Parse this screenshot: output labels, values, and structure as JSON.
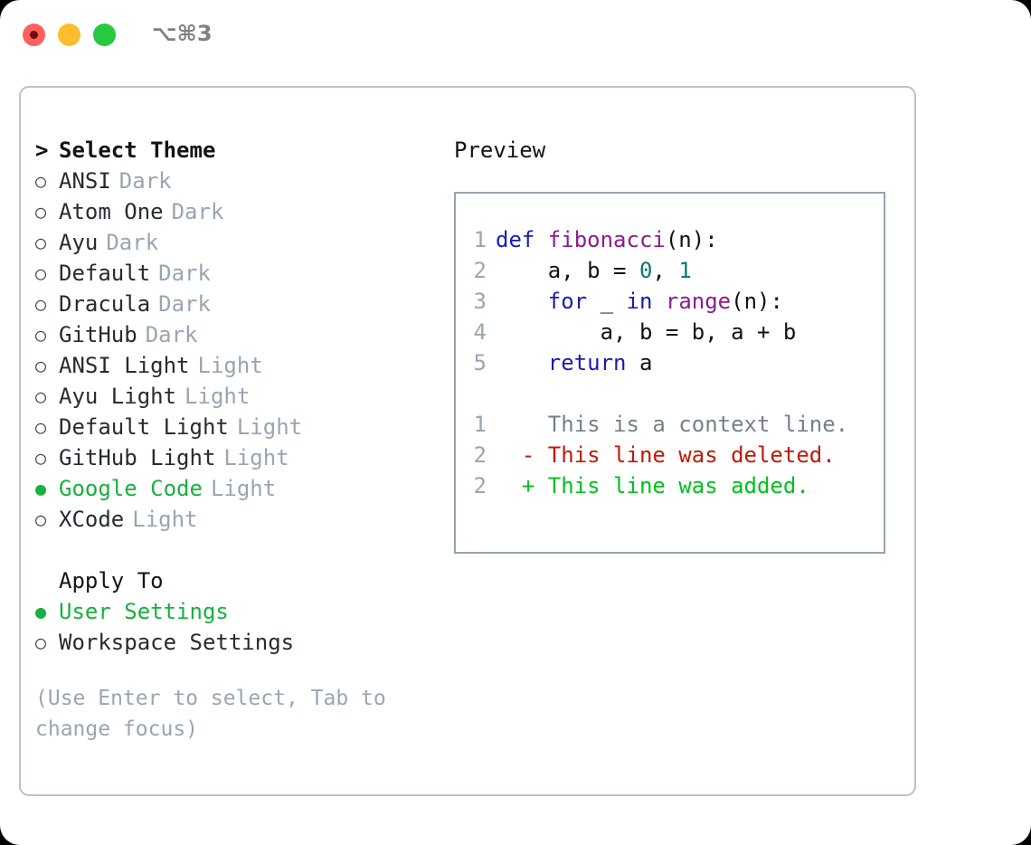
{
  "titlebar": {
    "shortcut": "⌥⌘3",
    "buttons": [
      {
        "name": "close",
        "color": "#ff605c"
      },
      {
        "name": "minimize",
        "color": "#ffbd2e"
      },
      {
        "name": "maximize",
        "color": "#28c840"
      }
    ]
  },
  "theme_picker": {
    "header": "Select Theme",
    "caret": ">",
    "marker_unselected": "○",
    "marker_selected": "●",
    "items": [
      {
        "label": "ANSI",
        "suffix": "Dark",
        "selected": false
      },
      {
        "label": "Atom One",
        "suffix": "Dark",
        "selected": false
      },
      {
        "label": "Ayu",
        "suffix": "Dark",
        "selected": false
      },
      {
        "label": "Default",
        "suffix": "Dark",
        "selected": false
      },
      {
        "label": "Dracula",
        "suffix": "Dark",
        "selected": false
      },
      {
        "label": "GitHub",
        "suffix": "Dark",
        "selected": false
      },
      {
        "label": "ANSI Light",
        "suffix": "Light",
        "selected": false
      },
      {
        "label": "Ayu Light",
        "suffix": "Light",
        "selected": false
      },
      {
        "label": "Default Light",
        "suffix": "Light",
        "selected": false
      },
      {
        "label": "GitHub Light",
        "suffix": "Light",
        "selected": false
      },
      {
        "label": "Google Code",
        "suffix": "Light",
        "selected": true
      },
      {
        "label": "XCode",
        "suffix": "Light",
        "selected": false
      }
    ]
  },
  "apply_to": {
    "header": "Apply To",
    "items": [
      {
        "label": "User Settings",
        "selected": true
      },
      {
        "label": "Workspace Settings",
        "selected": false
      }
    ]
  },
  "hint": "(Use Enter to select, Tab to change focus)",
  "preview": {
    "title": "Preview",
    "code_lines": [
      {
        "num": "1",
        "tokens": [
          {
            "t": "def ",
            "c": "kw"
          },
          {
            "t": "fibonacci",
            "c": "fn"
          },
          {
            "t": "(n):",
            "c": "pl"
          }
        ]
      },
      {
        "num": "2",
        "tokens": [
          {
            "t": "    a, b = ",
            "c": "pl"
          },
          {
            "t": "0",
            "c": "num"
          },
          {
            "t": ", ",
            "c": "pl"
          },
          {
            "t": "1",
            "c": "num"
          }
        ]
      },
      {
        "num": "3",
        "tokens": [
          {
            "t": "    ",
            "c": "pl"
          },
          {
            "t": "for",
            "c": "kw"
          },
          {
            "t": " _ ",
            "c": "pl"
          },
          {
            "t": "in",
            "c": "kw"
          },
          {
            "t": " ",
            "c": "pl"
          },
          {
            "t": "range",
            "c": "fn"
          },
          {
            "t": "(n):",
            "c": "pl"
          }
        ]
      },
      {
        "num": "4",
        "tokens": [
          {
            "t": "        a, b = b, a + b",
            "c": "pl"
          }
        ]
      },
      {
        "num": "5",
        "tokens": [
          {
            "t": "    ",
            "c": "pl"
          },
          {
            "t": "return",
            "c": "kw"
          },
          {
            "t": " a",
            "c": "pl"
          }
        ]
      }
    ],
    "diff_lines": [
      {
        "num": "1",
        "marker": " ",
        "text": "This is a context line.",
        "kind": "ctx"
      },
      {
        "num": "2",
        "marker": "-",
        "text": "This line was deleted.",
        "kind": "del"
      },
      {
        "num": "2",
        "marker": "+",
        "text": "This line was added.",
        "kind": "add"
      }
    ]
  },
  "colors": {
    "accent_green": "#16b13e",
    "muted": "#9aa5b1",
    "keyword": "#1a1ab8",
    "function": "#8d1c8d",
    "number": "#0b7a75",
    "deleted": "#c21807",
    "added": "#00c020",
    "border": "#b9c2ce",
    "panel_border": "#97a3b0"
  }
}
